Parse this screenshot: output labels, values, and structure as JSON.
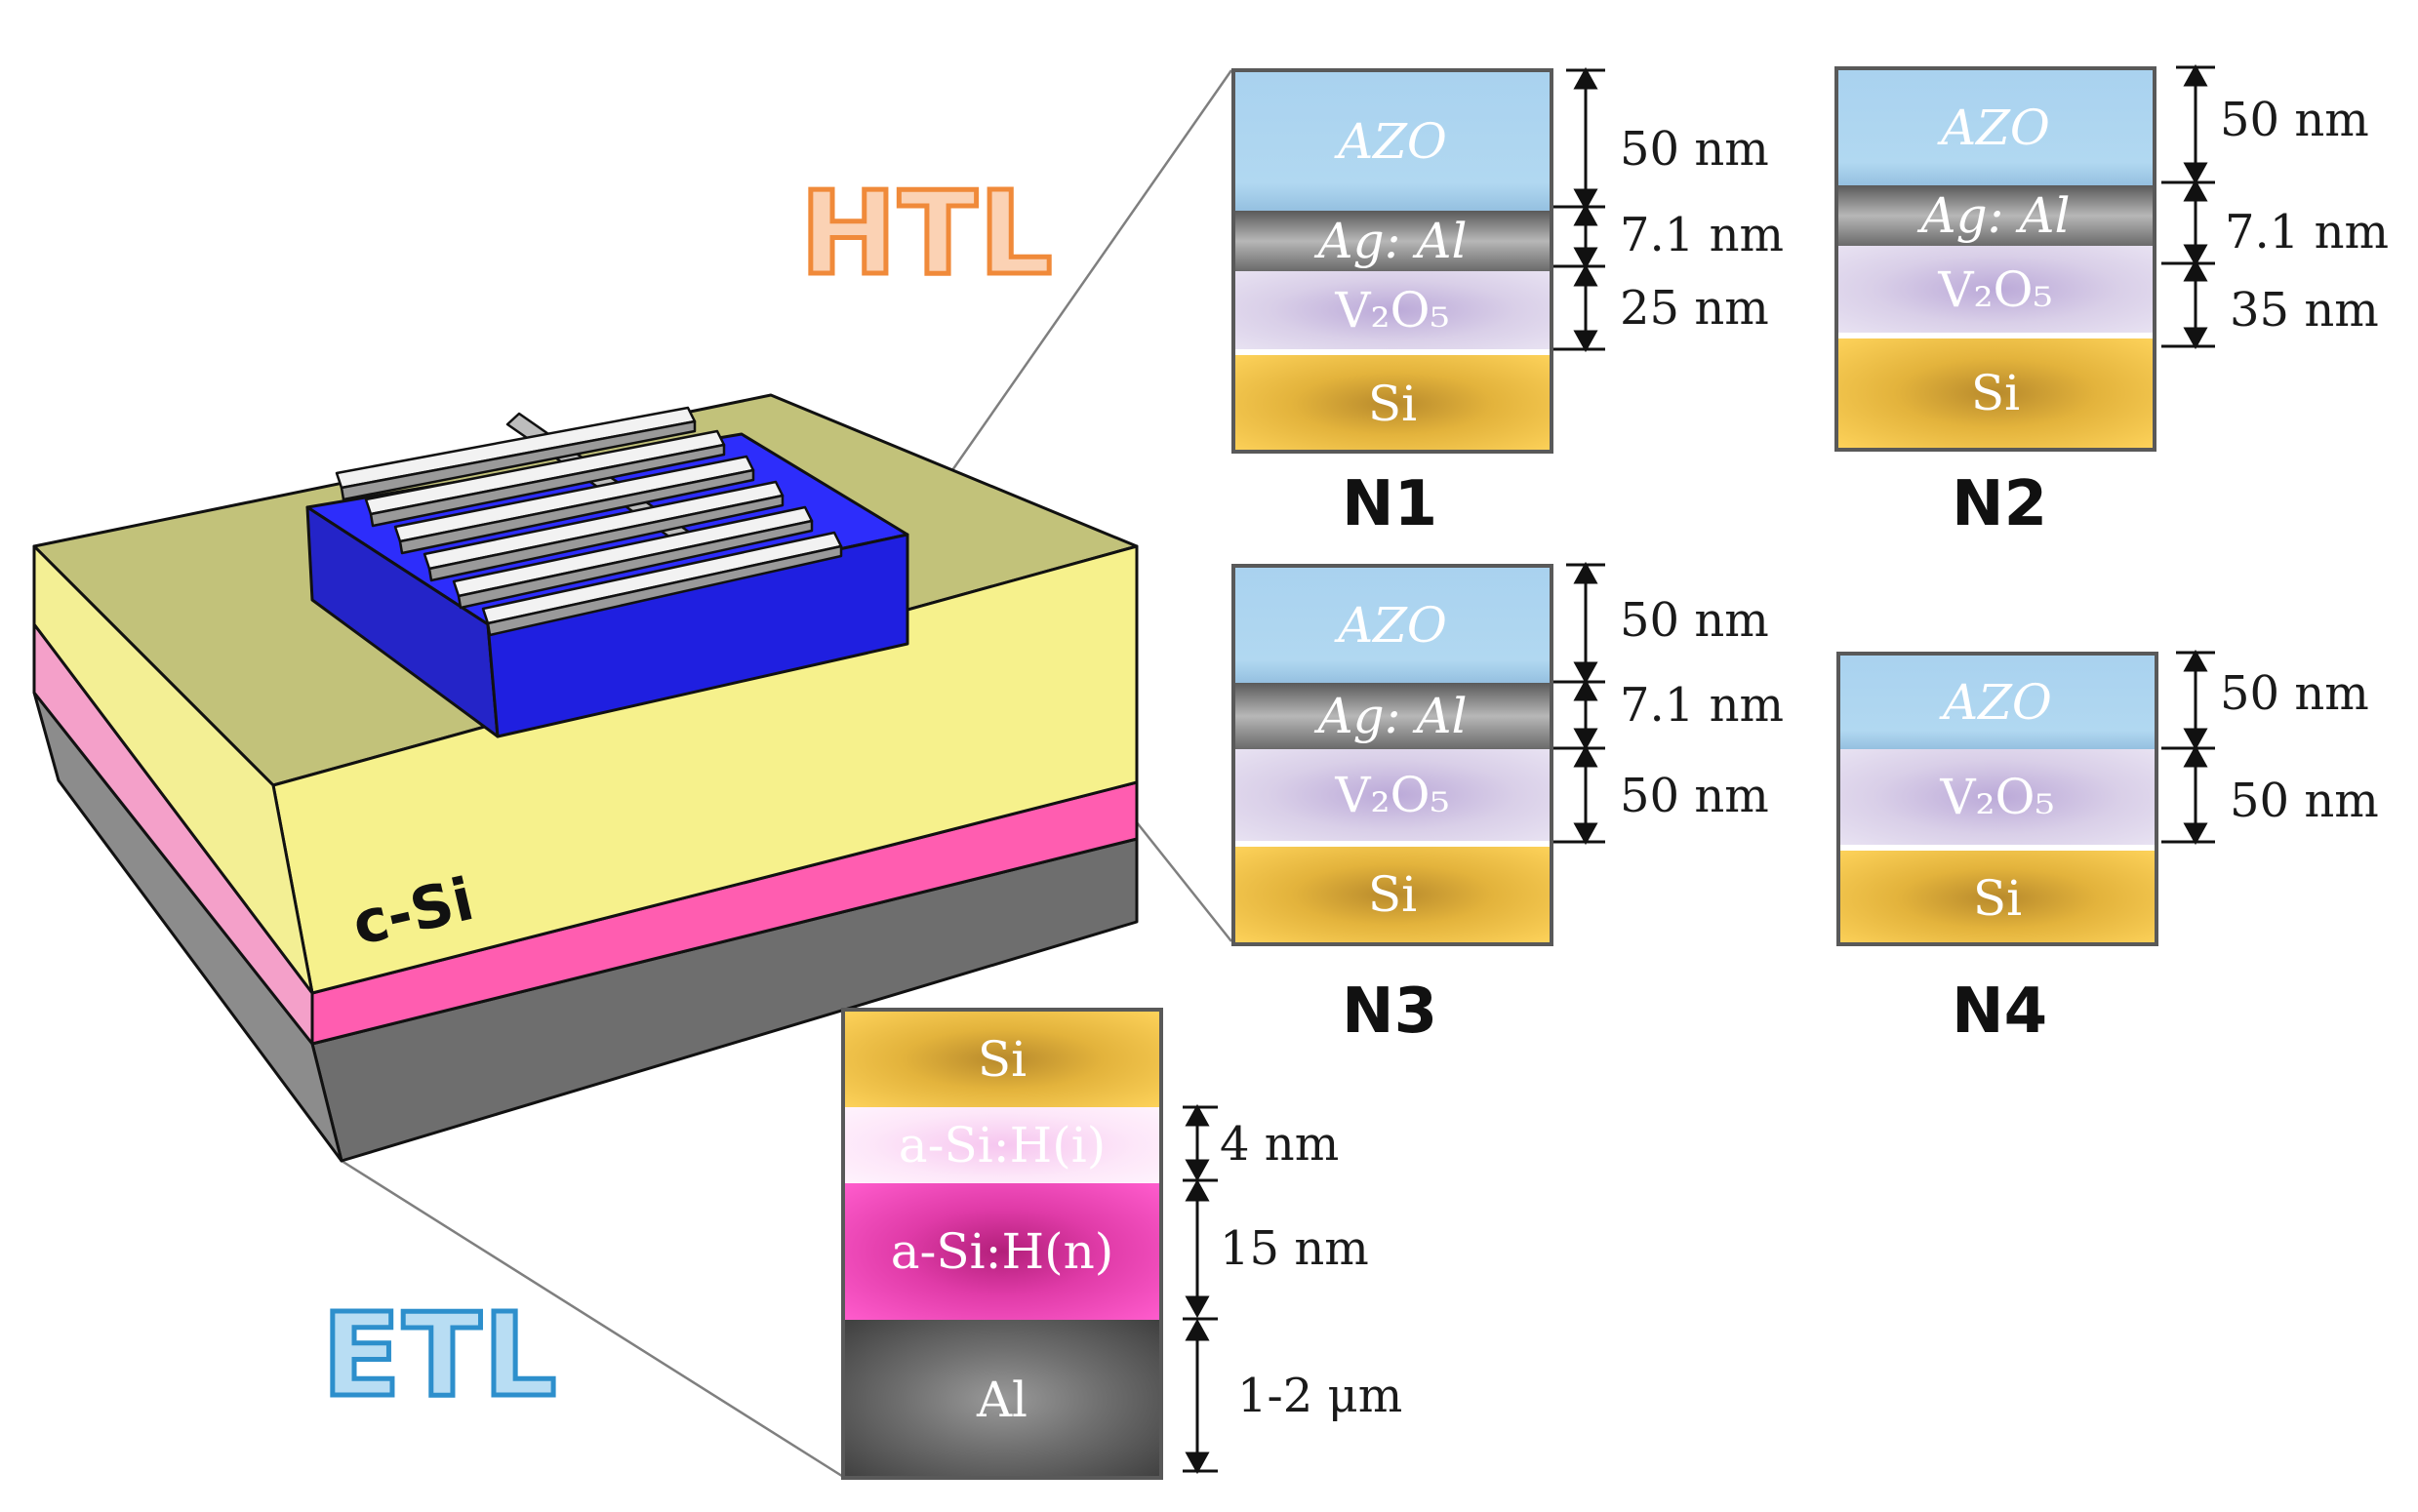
{
  "labels": {
    "htl": "HTL",
    "etl": "ETL",
    "substrate": "c-Si"
  },
  "layer_names": {
    "azo": "AZO",
    "agal": "Ag: Al",
    "v2o5": "V₂O₅",
    "si": "Si",
    "asi_i": "a-Si:H(i)",
    "asi_n": "a-Si:H(n)",
    "al": "Al"
  },
  "samples": [
    {
      "name": "N1",
      "thicknesses": [
        "50 nm",
        "7.1 nm",
        "25 nm"
      ]
    },
    {
      "name": "N2",
      "thicknesses": [
        "50 nm",
        "7.1 nm",
        "35 nm"
      ]
    },
    {
      "name": "N3",
      "thicknesses": [
        "50 nm",
        "7.1 nm",
        "50 nm"
      ]
    },
    {
      "name": "N4",
      "thicknesses": [
        "50 nm",
        "50 nm"
      ]
    }
  ],
  "etl_stack": {
    "thicknesses": [
      "4 nm",
      "15 nm",
      "1-2 μm"
    ]
  },
  "colors": {
    "htl_accent": "#f08a3a",
    "etl_accent": "#2d8fcc",
    "csi_yellow": "#f4f08f",
    "pink_layer": "#ff5fb1",
    "gray_layer": "#8a8a8a",
    "blue_block": "#2a2af0"
  }
}
